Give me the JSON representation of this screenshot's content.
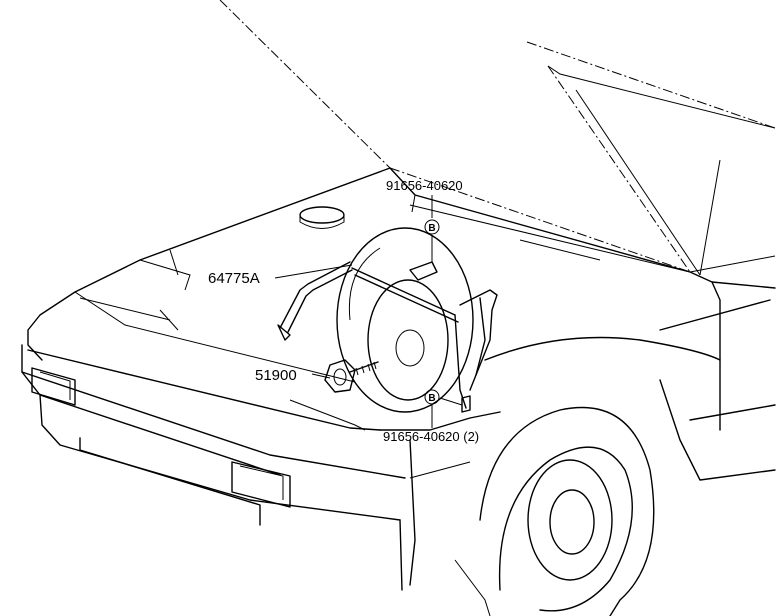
{
  "labels": {
    "top_part": "91656-40620",
    "cover_part": "64775A",
    "carrier_part": "51900",
    "bottom_part": "91656-40620 (2)",
    "marker_top": "B",
    "marker_bottom": "B"
  }
}
